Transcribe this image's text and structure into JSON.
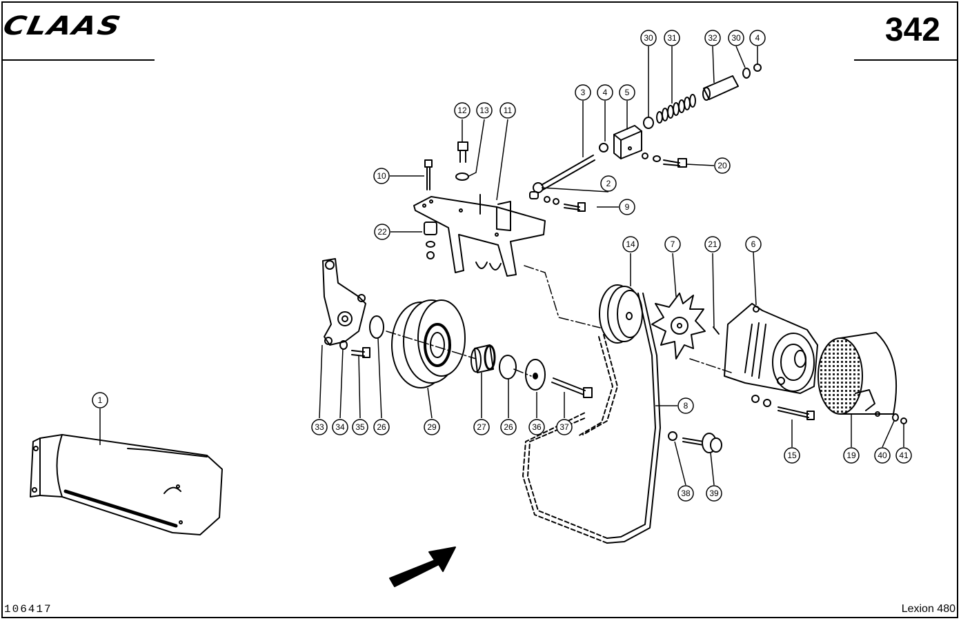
{
  "header": {
    "brand": "CLAAS",
    "page_number": "342"
  },
  "footer": {
    "document_number": "106417",
    "model": "Lexion 480"
  },
  "callouts": [
    "1",
    "2",
    "3",
    "4",
    "4",
    "5",
    "6",
    "7",
    "8",
    "9",
    "10",
    "11",
    "12",
    "13",
    "14",
    "15",
    "19",
    "20",
    "21",
    "22",
    "26",
    "26",
    "27",
    "29",
    "30",
    "30",
    "31",
    "32",
    "33",
    "34",
    "35",
    "36",
    "37",
    "38",
    "39",
    "40",
    "41"
  ],
  "colors": {
    "ink": "#000000",
    "paper": "#ffffff",
    "hatch": "#1a1a1a"
  }
}
